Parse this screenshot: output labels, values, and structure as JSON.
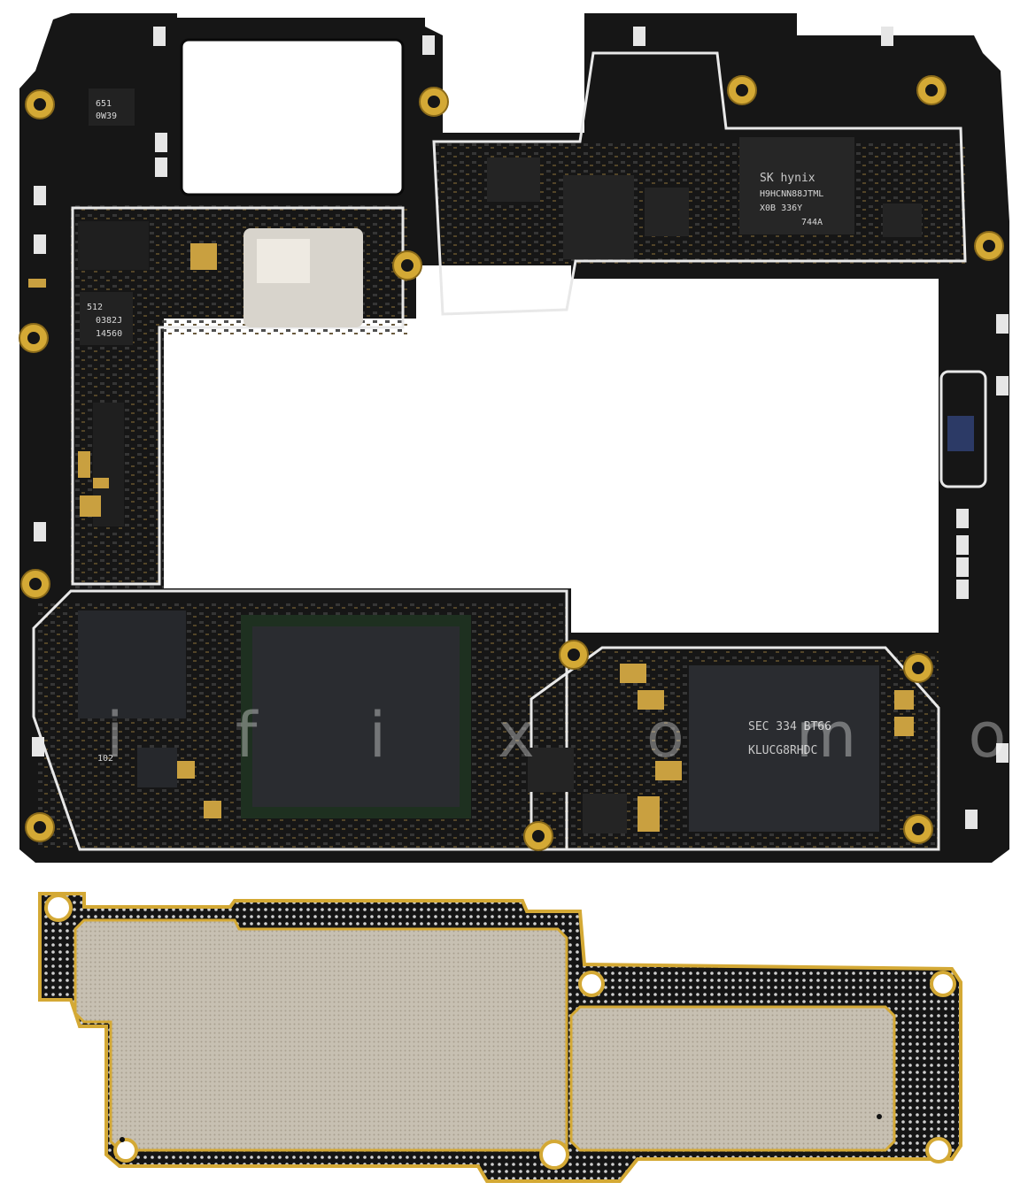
{
  "labels": {
    "pmic_top_left": [
      "651",
      "0W39"
    ],
    "pmic_left": [
      "512",
      "0382J",
      "14560"
    ],
    "ram": [
      "SK hynix",
      "H9HCNN88JTML",
      "X0B   336Y",
      "744A"
    ],
    "storage": [
      "SEC 334 BT66",
      "KLUCG8RHDC"
    ],
    "small_chip": "102",
    "watermark": "iFixomobile"
  },
  "colors": {
    "board": "#141414",
    "board_edge": "#0a0a0a",
    "silk": "#e8e8e8",
    "gold": "#d4a935",
    "shield": "#c9b48e",
    "mesh": "#bcb5a8"
  }
}
